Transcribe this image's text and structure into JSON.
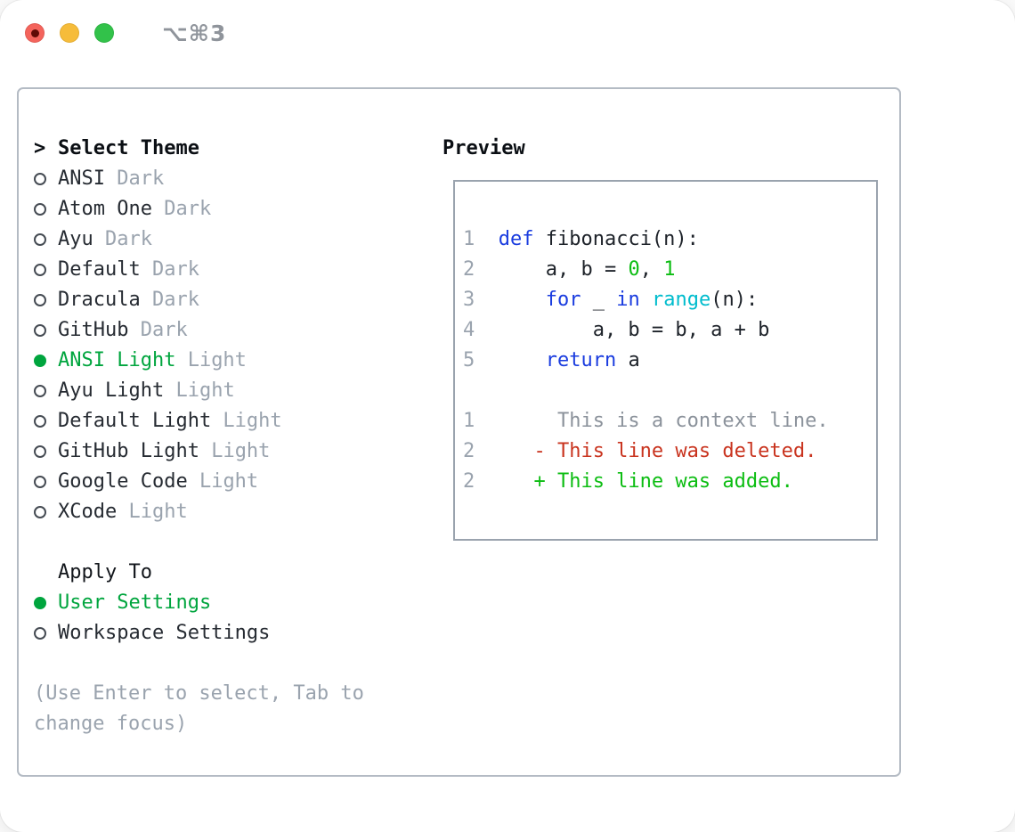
{
  "window": {
    "title": "⌥⌘3"
  },
  "colors": {
    "ui-green": "#00a53e",
    "code-green": "#0cbd12",
    "kw-blue": "#1a3cdf",
    "fn-cyan": "#00bccd",
    "del-red": "#c9341f",
    "muted": "#9aa3ae",
    "ctx-gray": "#8b929b",
    "text": "#262b32",
    "heading": "#0b0f14",
    "panel-border": "#b4bbc4",
    "preview-border": "#9aa3ae",
    "tl-red": "#f4645c",
    "tl-red-dot": "#600b06",
    "tl-yellow": "#f6bc3a",
    "tl-green": "#32c24a",
    "title-gray": "#8f949b"
  },
  "theme_picker": {
    "prompt": ">",
    "title": "Select Theme",
    "items": [
      {
        "name": "ANSI",
        "variant": "Dark",
        "selected": false
      },
      {
        "name": "Atom One",
        "variant": "Dark",
        "selected": false
      },
      {
        "name": "Ayu",
        "variant": "Dark",
        "selected": false
      },
      {
        "name": "Default",
        "variant": "Dark",
        "selected": false
      },
      {
        "name": "Dracula",
        "variant": "Dark",
        "selected": false
      },
      {
        "name": "GitHub",
        "variant": "Dark",
        "selected": false
      },
      {
        "name": "ANSI Light",
        "variant": "Light",
        "selected": true
      },
      {
        "name": "Ayu Light",
        "variant": "Light",
        "selected": false
      },
      {
        "name": "Default Light",
        "variant": "Light",
        "selected": false
      },
      {
        "name": "GitHub Light",
        "variant": "Light",
        "selected": false
      },
      {
        "name": "Google Code",
        "variant": "Light",
        "selected": false
      },
      {
        "name": "XCode",
        "variant": "Light",
        "selected": false
      }
    ],
    "apply_to": {
      "title": "Apply To",
      "options": [
        {
          "label": "User Settings",
          "selected": true
        },
        {
          "label": "Workspace Settings",
          "selected": false
        }
      ]
    },
    "hint_line1": "(Use Enter to select, Tab to",
    "hint_line2": "change focus)"
  },
  "preview": {
    "title": "Preview",
    "lines": [
      {
        "num": "1",
        "segs": [
          {
            "t": "def",
            "c": "kw"
          },
          {
            "t": " fibonacci(n):",
            "c": "fg"
          }
        ]
      },
      {
        "num": "2",
        "segs": [
          {
            "t": "    a, b = ",
            "c": "fg"
          },
          {
            "t": "0",
            "c": "num"
          },
          {
            "t": ", ",
            "c": "fg"
          },
          {
            "t": "1",
            "c": "num"
          }
        ]
      },
      {
        "num": "3",
        "segs": [
          {
            "t": "    ",
            "c": "fg"
          },
          {
            "t": "for",
            "c": "kw"
          },
          {
            "t": " _ ",
            "c": "fg"
          },
          {
            "t": "in",
            "c": "kw"
          },
          {
            "t": " ",
            "c": "fg"
          },
          {
            "t": "range",
            "c": "fn"
          },
          {
            "t": "(n):",
            "c": "fg"
          }
        ]
      },
      {
        "num": "4",
        "segs": [
          {
            "t": "        a, b = b, a + b",
            "c": "fg"
          }
        ]
      },
      {
        "num": "5",
        "segs": [
          {
            "t": "    ",
            "c": "fg"
          },
          {
            "t": "return",
            "c": "kw"
          },
          {
            "t": " a",
            "c": "fg"
          }
        ]
      },
      {
        "num": "",
        "segs": []
      },
      {
        "num": "1",
        "segs": [
          {
            "t": "     This is a context line.",
            "c": "ctx"
          }
        ]
      },
      {
        "num": "2",
        "segs": [
          {
            "t": "   - This line was deleted.",
            "c": "del"
          }
        ]
      },
      {
        "num": "2",
        "segs": [
          {
            "t": "   + This line was added.",
            "c": "add"
          }
        ]
      }
    ]
  }
}
